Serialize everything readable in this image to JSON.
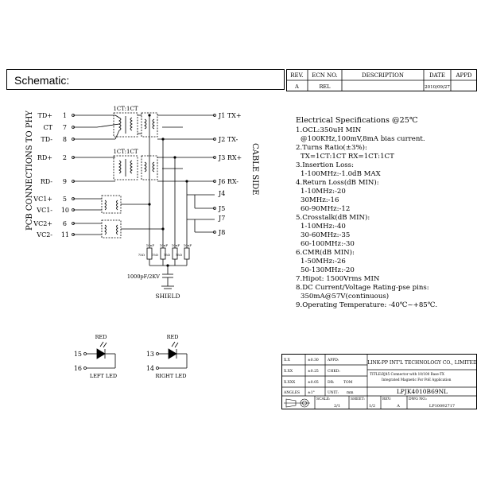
{
  "header": {
    "schematic_label": "Schematic:"
  },
  "revision_table": {
    "columns": [
      "REV.",
      "ECN NO.",
      "DESCRIPTION",
      "DATE",
      "APPD"
    ],
    "row": [
      "A",
      "REL",
      "",
      "2010/09/27",
      ""
    ]
  },
  "schematic": {
    "left_side_label": "PCB CONNECTIONS TO PHY",
    "right_side_label": "CABLE SIDE",
    "transformer_ratio": "1CT:1CT",
    "left_pins": [
      {
        "label": "TD+",
        "num": "1"
      },
      {
        "label": "CT",
        "num": "7"
      },
      {
        "label": "TD-",
        "num": "8"
      },
      {
        "label": "RD+",
        "num": "2"
      },
      {
        "label": "RD-",
        "num": "9"
      },
      {
        "label": "VC1+",
        "num": "5"
      },
      {
        "label": "VC1-",
        "num": "10"
      },
      {
        "label": "VC2+",
        "num": "6"
      },
      {
        "label": "VC2-",
        "num": "11"
      }
    ],
    "right_pins": [
      "J1 TX+",
      "J2 TX-",
      "J3 RX+",
      "J6 RX-",
      "J4",
      "J5",
      "J7",
      "J8"
    ],
    "resistor_label": "75Ω",
    "cap_label": "10nF",
    "shield_cap": "1000pF/2KV",
    "shield": "SHIELD",
    "leds": [
      {
        "color": "RED",
        "anode": "15",
        "cathode": "16",
        "label": "LEFT LED"
      },
      {
        "color": "RED",
        "anode": "13",
        "cathode": "14",
        "label": "RIGHT LED"
      }
    ]
  },
  "specs": {
    "title": "Electrical Specifications @25℃",
    "lines": [
      "1.OCL:350uH MIN",
      "  @100KHz,100mV,8mA bias current.",
      "2.Turns Ratio(±3%):",
      "  TX=1CT:1CT      RX=1CT:1CT",
      "3.Insertion Loss:",
      "  1-100MHz:-1.0dB MAX",
      "4.Return Loss(dB MIN):",
      "  1-10MHz:-20",
      "  30MHz:-16",
      "  60-90MHz:-12",
      "5.Crosstalk(dB MIN):",
      "  1-10MHz:-40",
      "  30-60MHz:-35",
      "  60-100MHz:-30",
      "6.CMR(dB MIN):",
      "  1-50MHz:-26",
      "  50-130MHz:-20",
      "7.Hipot: 1500Vrms MIN",
      "8.DC Current/Voltage Rating-pse pins:",
      "  350mA@57V(continuous)",
      "9.Operating Temperature: -40℃~+85℃."
    ]
  },
  "title_block": {
    "tol1_label": "X.X",
    "tol1_val": "±0.30",
    "tol2_label": "X.XX",
    "tol2_val": "±0.25",
    "tol3_label": "X.XXX",
    "tol3_val": "±0.05",
    "angles_label": "ANGLES",
    "angles_val": "±1°",
    "appd_label": "APPD:",
    "chkd_label": "CHKD:",
    "dr_label": "DR:",
    "dr_val": "TOM",
    "unit_label": "UNIT:",
    "unit_val": "mm",
    "company": "LINK-PP INT'L TECHNOLOGY CO., LIMITED",
    "title_label": "TITLE:",
    "title_line1": "RJ45 Connector with 10/100 Base-TX",
    "title_line2": "Integrated Magnetic For PoE Application",
    "part_number": "LPJK4010B69NL",
    "scale_label": "SCALE:",
    "scale_val": "2/1",
    "sheet_label": "SHEET:",
    "sheet_val": "1/2",
    "rev_label": "REV:",
    "rev_val": "A",
    "dwg_label": "DWG NO.:",
    "dwg_val": "LP10092717"
  }
}
